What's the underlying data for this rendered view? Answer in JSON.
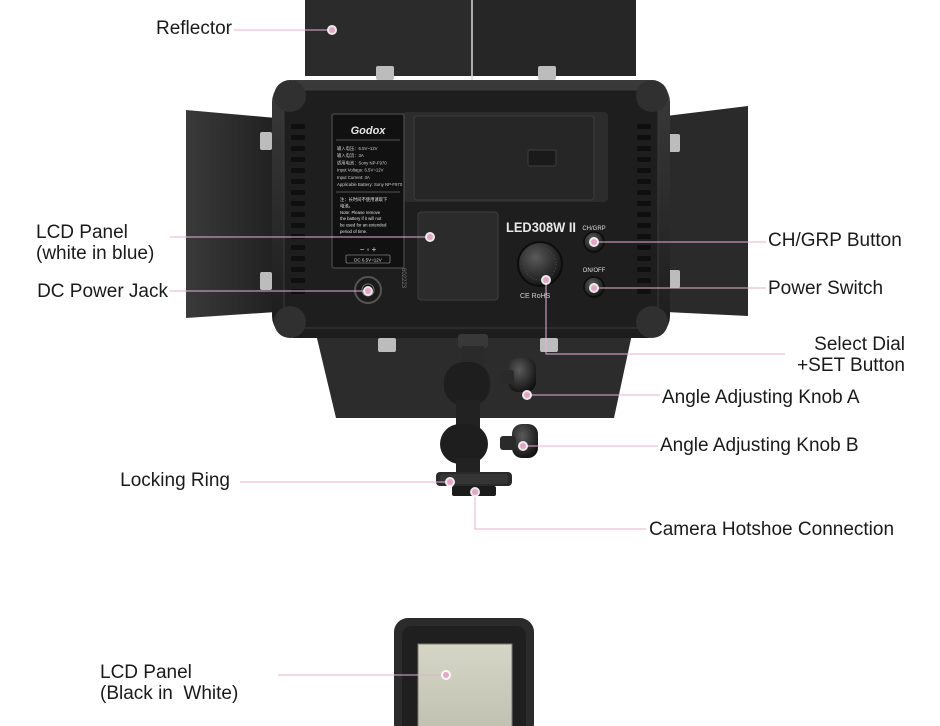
{
  "labels": {
    "reflector": "Reflector",
    "lcd_panel_blue": "LCD Panel\n(white in blue)",
    "dc_power_jack": "DC Power Jack",
    "ch_grp_button": "CH/GRP Button",
    "power_switch": "Power Switch",
    "select_dial": "Select Dial\n+SET Button",
    "knob_a": "Angle Adjusting Knob A",
    "knob_b": "Angle Adjusting Knob B",
    "locking_ring": "Locking Ring",
    "hotshoe": "Camera Hotshoe Connection",
    "lcd_panel_white": "LCD Panel\n(Black in  White)"
  },
  "device_text": {
    "brand": "Godox",
    "model": "LED308W II",
    "ch_grp": "CH/GRP",
    "on_off": "ON/OFF",
    "certs": "CE RoHS",
    "dc_spec": "DC 6.5V~12V",
    "polarity": "− ◦ +",
    "serial": "602223",
    "label_lines": [
      "输入电压：6.5V~12V",
      "输入电流：3A",
      "适用电池：Sony NP-F970",
      "Input Voltage: 6.5V~12V",
      "Input Current: 3A",
      "Applicable Battery: Sony NP-F970"
    ],
    "warning_lines": [
      "注：长时间不使用请取下",
      "电池。",
      "Note: Please remove",
      "the battery if it will not",
      "be used for an extended",
      "period of time."
    ]
  },
  "colors": {
    "leader_line": "#e3b4cc",
    "dot": "#e3a6c4",
    "body": "#222222",
    "barn_door": "#2a2a2a",
    "lcd_blue": "#2a2a2a",
    "lcd_white": "#cbccbc"
  }
}
